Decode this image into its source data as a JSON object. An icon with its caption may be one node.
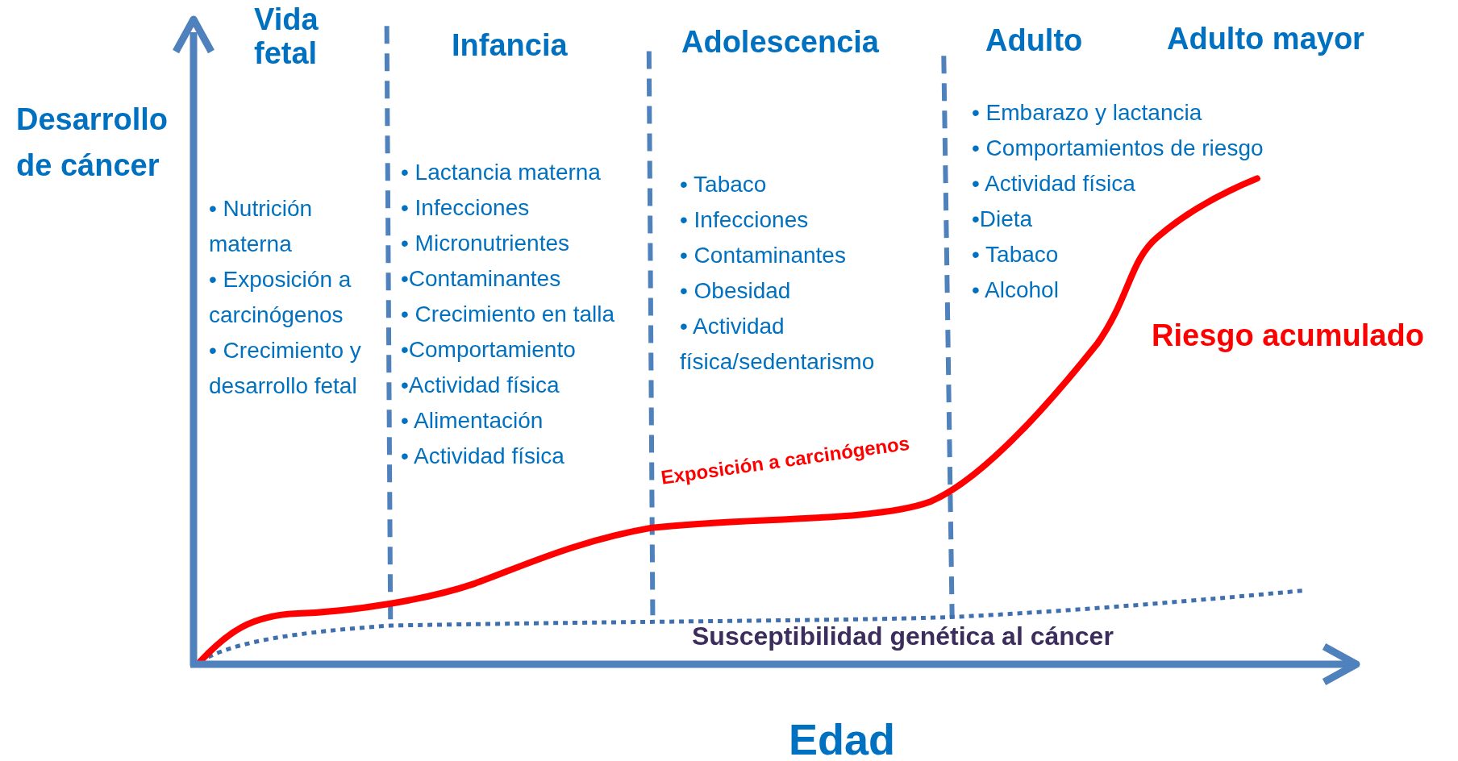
{
  "diagram": {
    "labels": [
      "Vida fetal",
      "Infancia",
      "Adolescencia",
      "Adulto",
      "Adulto mayor",
      "Desarrollo de cáncer",
      "• Embarazo y lactancia",
      "• Comportamientos de riesgo",
      "• Actividad física",
      "•Dieta",
      "• Tabaco",
      "• Alcohol",
      "• Lactancia materna",
      "• Infecciones",
      "• Micronutrientes",
      "•Contaminantes",
      "• Crecimiento en talla",
      "•Comportamiento",
      "•Actividad física",
      "• Alimentación",
      "• Actividad física",
      "• Tabaco",
      "• Infecciones",
      "• Contaminantes",
      "• Obesidad",
      "• Actividad física/sedentarismo",
      "• Nutrición materna",
      "• Exposición a carcinógenos",
      "• Crecimiento y desarrollo fetal",
      "Riesgo acumulado",
      "Exposición a carcinógenos",
      "Susceptibilidad genética al cáncer",
      "Edad"
    ]
  }
}
